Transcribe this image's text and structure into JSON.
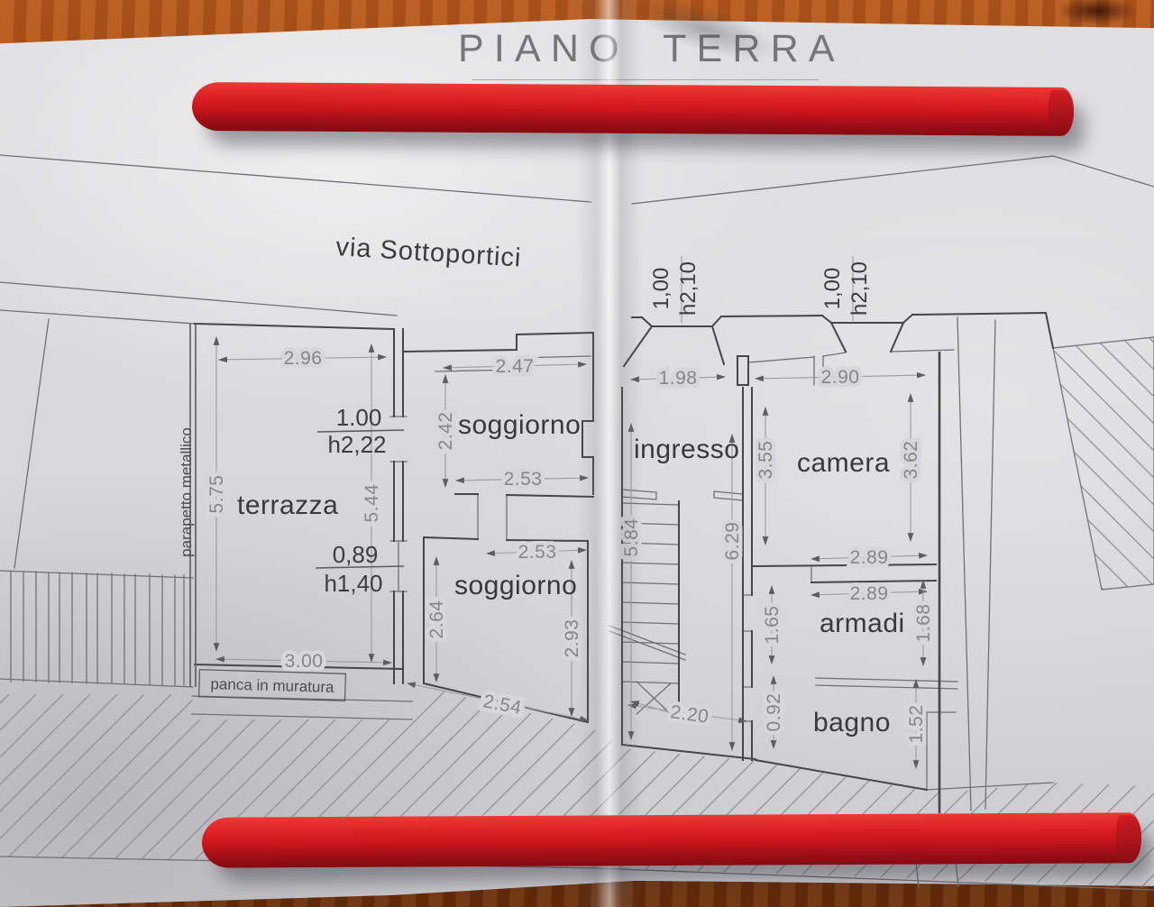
{
  "title": "PIANO TERRA",
  "street_label": "via Sottoportici",
  "rooms": {
    "terrazza": "terrazza",
    "soggiorno_upper": "soggiorno",
    "soggiorno_lower": "soggiorno",
    "ingresso": "ingresso",
    "camera": "camera",
    "armadi": "armadi",
    "bagno": "bagno"
  },
  "annotations": {
    "parapetto": "parapetto metallico",
    "panca": "panca in muratura"
  },
  "openings": {
    "door1_w": "1,00",
    "door1_h": "h2,10",
    "window1_w": "1,00",
    "window1_h": "h2,10",
    "terrace_door_w": "1.00",
    "terrace_door_h": "h2,22",
    "terrace_window_w": "0,89",
    "terrace_window_h": "h1,40"
  },
  "dims": {
    "d296": "2.96",
    "d247": "2.47",
    "d198": "1.98",
    "d290": "2.90",
    "d242": "2.42",
    "d253a": "2.53",
    "d253b": "2.53",
    "d575": "5.75",
    "d544": "5.44",
    "d355": "3.55",
    "d362": "3.62",
    "d584": "5.84",
    "d629": "6.29",
    "d289a": "2.89",
    "d289b": "2.89",
    "d264": "2.64",
    "d293": "2.93",
    "d165": "1.65",
    "d168": "1.68",
    "d300": "3.00",
    "d254": "2.54",
    "d220": "2.20",
    "d092": "0.92",
    "d152": "1.52"
  },
  "colors": {
    "wood": "#9c4814",
    "paper": "#d7d7da",
    "pencil_red": "#cb151d",
    "wall_line": "#45454a",
    "dim_text": "#85858b",
    "label_text": "#38383d"
  }
}
